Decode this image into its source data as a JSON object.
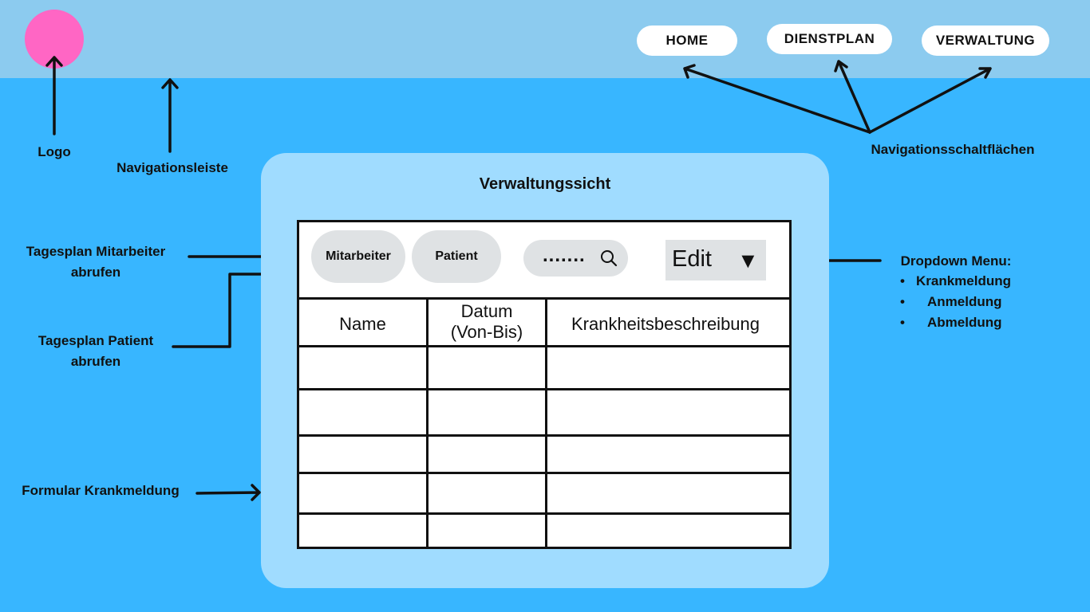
{
  "header": {
    "nav": [
      "HOME",
      "DIENSTPLAN",
      "VERWALTUNG"
    ]
  },
  "annotations": {
    "logo": "Logo",
    "navbar": "Navigationsleiste",
    "nav_buttons": "Navigationsschaltflächen",
    "employee_line1": "Tagesplan Mitarbeiter",
    "employee_line2": "abrufen",
    "patient_line1": "Tagesplan Patient",
    "patient_line2": "abrufen",
    "form": "Formular Krankmeldung",
    "dropdown_title": "Dropdown Menu:",
    "dropdown_items": [
      "Krankmeldung",
      "Anmeldung",
      "Abmeldung"
    ]
  },
  "panel": {
    "title": "Verwaltungssicht",
    "employee_button": "Mitarbeiter",
    "patient_button": "Patient",
    "search_placeholder": ".......",
    "edit_label": "Edit",
    "edit_arrow": "▼",
    "columns": [
      "Name",
      "Datum",
      "(Von-Bis)",
      "Krankheitsbeschreibung"
    ]
  },
  "icons": {
    "search": "search-icon",
    "dropdown": "triangle-down-icon"
  },
  "colors": {
    "background": "#38b6ff",
    "topbar": "#8ccbef",
    "logo": "#ff66c4",
    "panel": "#a0dcff"
  }
}
